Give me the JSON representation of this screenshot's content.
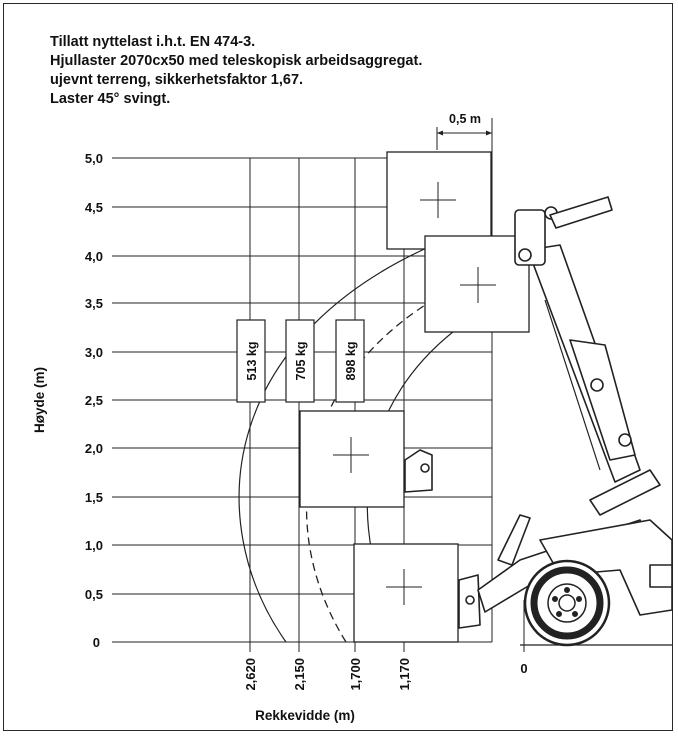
{
  "title_lines": [
    "Tillatt nyttelast i.h.t. EN 474-3.",
    "Hjullaster 2070cx50 med teleskopisk arbeidsaggregat.",
    "ujevnt terreng, sikkerhetsfaktor 1,67.",
    "Laster 45° svingt."
  ],
  "dimension_label": "0,5 m",
  "y_axis": {
    "label": "Høyde (m)",
    "ticks": [
      "5,0",
      "4,5",
      "4,0",
      "3,5",
      "3,0",
      "2,5",
      "2,0",
      "1,5",
      "1,0",
      "0,5",
      "0"
    ]
  },
  "x_axis": {
    "label": "Rekkevidde (m)",
    "ticks": [
      "2,620",
      "2,150",
      "1,700",
      "1,170",
      "0"
    ]
  },
  "loads": [
    "513 kg",
    "705 kg",
    "898 kg"
  ],
  "colors": {
    "line": "#222222",
    "background": "#ffffff"
  }
}
